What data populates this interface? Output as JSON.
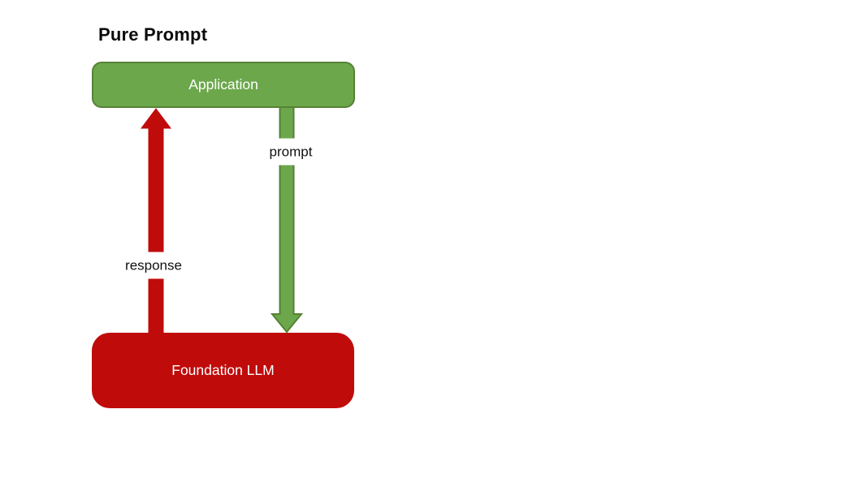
{
  "title": "Pure Prompt",
  "colors": {
    "green_fill": "#6CA74C",
    "green_border": "#568235",
    "red_fill": "#C00B0B",
    "node_text": "#FFFFFF",
    "label_text": "#111111",
    "background": "#FFFFFF"
  },
  "nodes": {
    "application": {
      "label": "Application",
      "fill": "#6CA74C"
    },
    "foundation_llm": {
      "label": "Foundation LLM",
      "fill": "#C00B0B"
    }
  },
  "edges": {
    "prompt": {
      "label": "prompt",
      "from": "Application",
      "to": "Foundation LLM",
      "direction": "down",
      "color": "#6CA74C"
    },
    "response": {
      "label": "response",
      "from": "Foundation LLM",
      "to": "Application",
      "direction": "up",
      "color": "#C00B0B"
    }
  }
}
